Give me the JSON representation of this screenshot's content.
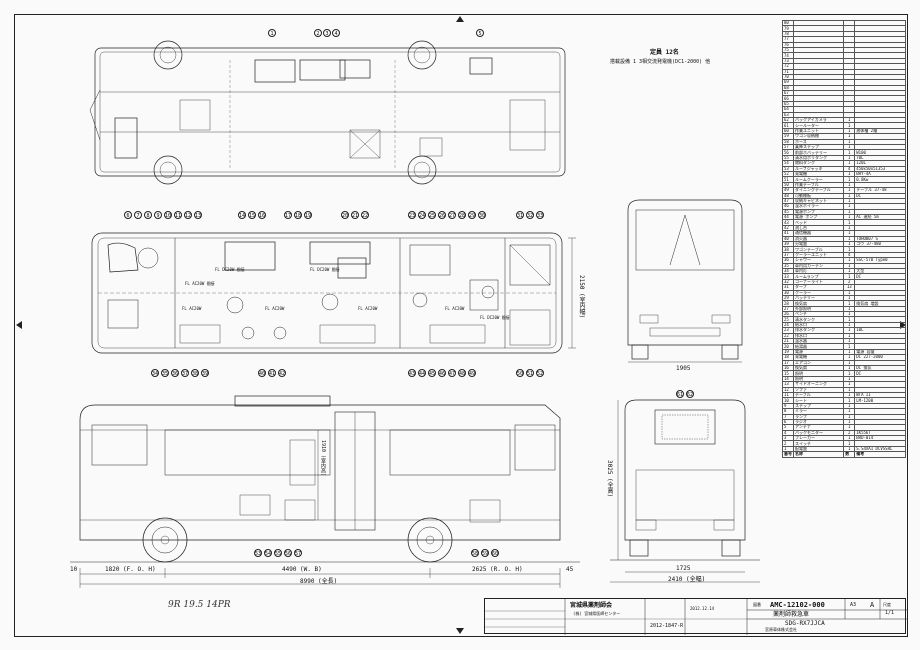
{
  "drawing": {
    "header_note_1": "定員 12名",
    "header_note_2": "搭載設備 1 3相交流発電機(DC1-2000) 他",
    "handwritten_note": "9R 19.5 14PR",
    "section_labels": [
      "FL AC20W 間接",
      "FL DC20W 間接",
      "FL DC20W 間接",
      "FL AC20W",
      "FL AC20W",
      "FL AC20W",
      "FL AC20W",
      "FL DC20W 間接"
    ]
  },
  "callouts": {
    "top_view": [
      "1",
      "2",
      "3",
      "4",
      "5"
    ],
    "plan_top": [
      "6",
      "7",
      "8",
      "9",
      "10",
      "11",
      "12",
      "13",
      "14",
      "15",
      "16",
      "17",
      "18",
      "19",
      "20",
      "21",
      "22",
      "23",
      "24",
      "25",
      "26",
      "27",
      "28",
      "29",
      "30",
      "31",
      "32",
      "33"
    ],
    "plan_bottom": [
      "34",
      "35",
      "36",
      "37",
      "38",
      "39",
      "40",
      "41",
      "42",
      "43",
      "44",
      "45",
      "46",
      "47",
      "48",
      "49",
      "50",
      "51",
      "52"
    ],
    "side_view": [
      "53",
      "54",
      "55",
      "56",
      "57",
      "58",
      "59",
      "60"
    ],
    "rear_view": [
      "61",
      "62"
    ]
  },
  "dimensions": {
    "width_plan": "2150 (室内幅)",
    "front_width": "1905",
    "rear_width": "1725",
    "overall_width": "2410 (全幅)",
    "height_interior": "1910 (室内高)",
    "overall_height": "3025 (全高)",
    "front_overhang_mark": "10",
    "front_overhang": "1820 (F. O. H)",
    "wheelbase": "4490 (W. B)",
    "rear_overhang": "2625 (R. O. H)",
    "rear_mark": "45",
    "overall_length": "8990 (全長)"
  },
  "parts_list": {
    "rows": [
      {
        "no": "80",
        "name": "",
        "qty": "",
        "note": ""
      },
      {
        "no": "79",
        "name": "",
        "qty": "",
        "note": ""
      },
      {
        "no": "78",
        "name": "",
        "qty": "",
        "note": ""
      },
      {
        "no": "77",
        "name": "",
        "qty": "",
        "note": ""
      },
      {
        "no": "76",
        "name": "",
        "qty": "",
        "note": ""
      },
      {
        "no": "75",
        "name": "",
        "qty": "",
        "note": ""
      },
      {
        "no": "74",
        "name": "",
        "qty": "",
        "note": ""
      },
      {
        "no": "73",
        "name": "",
        "qty": "",
        "note": ""
      },
      {
        "no": "72",
        "name": "",
        "qty": "",
        "note": ""
      },
      {
        "no": "71",
        "name": "",
        "qty": "",
        "note": ""
      },
      {
        "no": "70",
        "name": "",
        "qty": "",
        "note": ""
      },
      {
        "no": "69",
        "name": "",
        "qty": "",
        "note": ""
      },
      {
        "no": "68",
        "name": "",
        "qty": "",
        "note": ""
      },
      {
        "no": "67",
        "name": "",
        "qty": "",
        "note": ""
      },
      {
        "no": "66",
        "name": "",
        "qty": "",
        "note": ""
      },
      {
        "no": "65",
        "name": "",
        "qty": "",
        "note": ""
      },
      {
        "no": "64",
        "name": "",
        "qty": "",
        "note": ""
      },
      {
        "no": "63",
        "name": "",
        "qty": "",
        "note": ""
      },
      {
        "no": "62",
        "name": "バックアイカメラ",
        "qty": "1",
        "note": ""
      },
      {
        "no": "61",
        "name": "シールーター",
        "qty": "1",
        "note": ""
      },
      {
        "no": "60",
        "name": "作業ユニット",
        "qty": "1",
        "note": "液体槽 2槽"
      },
      {
        "no": "59",
        "name": "ワゴン収納棚",
        "qty": "1",
        "note": ""
      },
      {
        "no": "58",
        "name": "ホース",
        "qty": "1",
        "note": ""
      },
      {
        "no": "57",
        "name": "乗降ステップ",
        "qty": "1",
        "note": ""
      },
      {
        "no": "56",
        "name": "前部ホバッテリー",
        "qty": "1",
        "note": "W100"
      },
      {
        "no": "55",
        "name": "清水用ポリタンク",
        "qty": "1",
        "note": "70L"
      },
      {
        "no": "54",
        "name": "燃料タンク",
        "qty": "1",
        "note": "120L"
      },
      {
        "no": "53",
        "name": "ルーフジャッキ",
        "qty": "4",
        "note": "450x50x51353"
      },
      {
        "no": "52",
        "name": "発電機",
        "qty": "1",
        "note": "BHY-4A"
      },
      {
        "no": "51",
        "name": "ルームクーラー",
        "qty": "1",
        "note": "0.8Kw"
      },
      {
        "no": "50",
        "name": "作業テーブル",
        "qty": "1",
        "note": ""
      },
      {
        "no": "49",
        "name": "ダイニングテーブル",
        "qty": "1",
        "note": "テーブル 37-48"
      },
      {
        "no": "48",
        "name": "可動棚板",
        "qty": "1",
        "note": "DC"
      },
      {
        "no": "47",
        "name": "収納キャビネット",
        "qty": "1",
        "note": ""
      },
      {
        "no": "46",
        "name": "温水ボイラー",
        "qty": "1",
        "note": ""
      },
      {
        "no": "45",
        "name": "電源ポンプ",
        "qty": "1",
        "note": ""
      },
      {
        "no": "44",
        "name": "電源 ポンプ",
        "qty": "1",
        "note": "AC 連続 5m"
      },
      {
        "no": "43",
        "name": "ベッド",
        "qty": "1",
        "note": ""
      },
      {
        "no": "42",
        "name": "流し台",
        "qty": "1",
        "note": ""
      },
      {
        "no": "41",
        "name": "通信機器",
        "qty": "1",
        "note": ""
      },
      {
        "no": "40",
        "name": "消火器",
        "qty": "1",
        "note": "TOHOB07 S"
      },
      {
        "no": "39",
        "name": "分電盤",
        "qty": "1",
        "note": "コウ 37-480"
      },
      {
        "no": "38",
        "name": "ワゴンテーブル",
        "qty": "1",
        "note": ""
      },
      {
        "no": "37",
        "name": "クーラーユニット",
        "qty": "4",
        "note": ""
      },
      {
        "no": "36",
        "name": "シャワー",
        "qty": "1",
        "note": "SSC-570 Type0"
      },
      {
        "no": "35",
        "name": "車内用カーテン",
        "qty": "1",
        "note": ""
      },
      {
        "no": "34",
        "name": "車内灯",
        "qty": "1",
        "note": "大型"
      },
      {
        "no": "33",
        "name": "ルームランプ",
        "qty": "1",
        "note": "DC"
      },
      {
        "no": "32",
        "name": "コーナーライト",
        "qty": "2",
        "note": ""
      },
      {
        "no": "31",
        "name": "タープ",
        "qty": "13",
        "note": ""
      },
      {
        "no": "30",
        "name": "クーラー",
        "qty": "1",
        "note": ""
      },
      {
        "no": "29",
        "name": "バッテリー",
        "qty": "1",
        "note": ""
      },
      {
        "no": "28",
        "name": "換気扇",
        "qty": "1",
        "note": "換気扇 増設"
      },
      {
        "no": "27",
        "name": "外部照明",
        "qty": "1",
        "note": ""
      },
      {
        "no": "26",
        "name": "ベンチ",
        "qty": "1",
        "note": ""
      },
      {
        "no": "25",
        "name": "清水タンク",
        "qty": "1",
        "note": ""
      },
      {
        "no": "24",
        "name": "給水口",
        "qty": "1",
        "note": ""
      },
      {
        "no": "23",
        "name": "排水タンク",
        "qty": "1",
        "note": "10L"
      },
      {
        "no": "22",
        "name": "排水口",
        "qty": "1",
        "note": ""
      },
      {
        "no": "21",
        "name": "温水器",
        "qty": "1",
        "note": ""
      },
      {
        "no": "20",
        "name": "給湯器",
        "qty": "1",
        "note": ""
      },
      {
        "no": "19",
        "name": "電源",
        "qty": "1",
        "note": "電源 容量"
      },
      {
        "no": "18",
        "name": "発電機",
        "qty": "1",
        "note": "DC 227-2000"
      },
      {
        "no": "17",
        "name": "エアコン",
        "qty": "1",
        "note": ""
      },
      {
        "no": "16",
        "name": "換気扇",
        "qty": "1",
        "note": "DC 換気"
      },
      {
        "no": "15",
        "name": "照明",
        "qty": "1",
        "note": "DC"
      },
      {
        "no": "14",
        "name": "照明",
        "qty": "1",
        "note": ""
      },
      {
        "no": "13",
        "name": "サイドオーニング",
        "qty": "1",
        "note": ""
      },
      {
        "no": "12",
        "name": "ソファ",
        "qty": "1",
        "note": ""
      },
      {
        "no": "11",
        "name": "テーブル",
        "qty": "1",
        "note": "WTA II"
      },
      {
        "no": "10",
        "name": "シート",
        "qty": "1",
        "note": "LM-1200"
      },
      {
        "no": "9",
        "name": "ステップ",
        "qty": "1",
        "note": ""
      },
      {
        "no": "8",
        "name": "ミラー",
        "qty": "1",
        "note": ""
      },
      {
        "no": "7",
        "name": "ランプ",
        "qty": "1",
        "note": ""
      },
      {
        "no": "6",
        "name": "ラジオ",
        "qty": "1",
        "note": ""
      },
      {
        "no": "5",
        "name": "アンテナ",
        "qty": "1",
        "note": ""
      },
      {
        "no": "4",
        "name": "バックモニター",
        "qty": "2",
        "note": "1K556T"
      },
      {
        "no": "3",
        "name": "ブレーカー",
        "qty": "1",
        "note": "BRD-014"
      },
      {
        "no": "2",
        "name": "スイッチ",
        "qty": "1",
        "note": ""
      },
      {
        "no": "1",
        "name": "配電盤",
        "qty": "1",
        "note": "S.S4XA1 DCVSSRL"
      }
    ],
    "header": {
      "no": "番号",
      "name": "名称",
      "qty": "数",
      "note": "備考"
    }
  },
  "title_block": {
    "org": "宮城県薬剤師会",
    "org_sub": "(株) 宮城県医師センター",
    "drawing_no_label": "図番",
    "drawing_no": "AMC-12102-000",
    "title": "薬剤師救急車",
    "model": "SDG-RX7JJCA",
    "maker": "宮原車体株式会社",
    "date": "2012.12.14",
    "order_no": "2012-1847-R",
    "scale_label": "尺度",
    "scale": "1/1",
    "size": "A3",
    "sheet": "A"
  }
}
